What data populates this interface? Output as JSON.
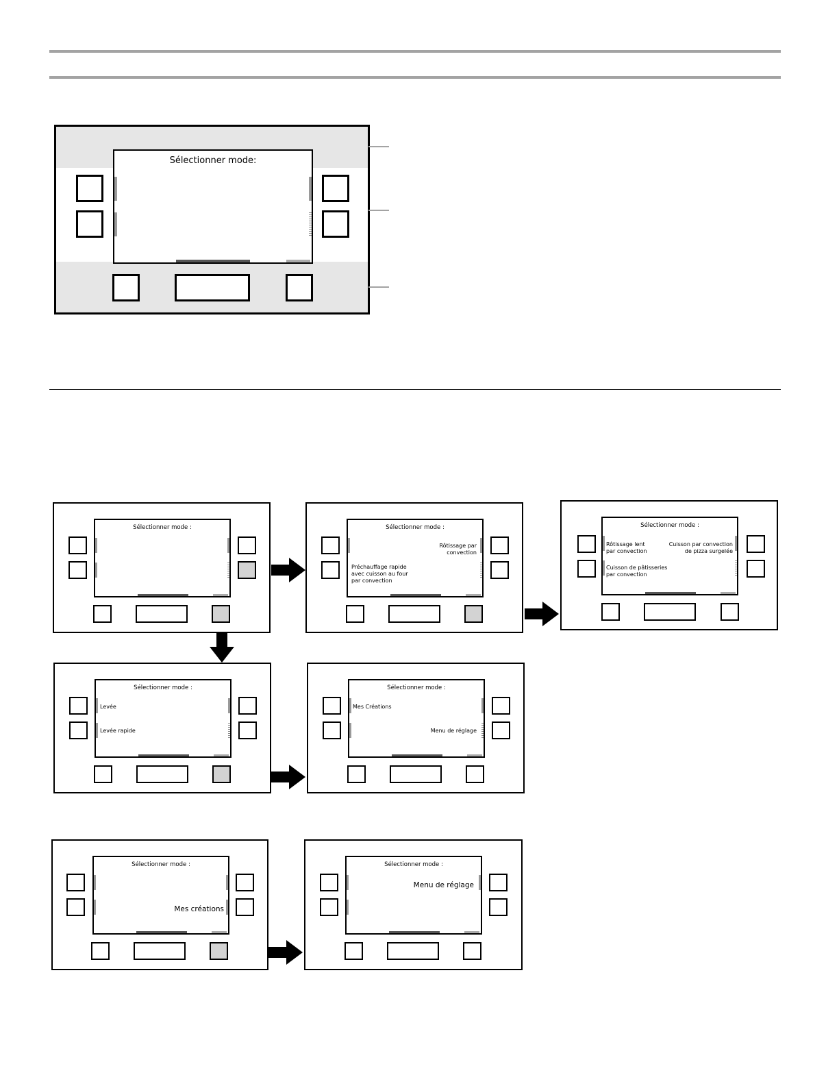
{
  "display": {
    "title": "Sélectionner mode:"
  },
  "screens": [
    {
      "title": "Sélectionner mode :",
      "options": []
    },
    {
      "title": "Sélectionner mode :",
      "options": [
        "Rôtissage par\nconvection",
        "Préchauffage rapide\navec cuisson au four\npar convection"
      ]
    },
    {
      "title": "Sélectionner mode :",
      "options": [
        "Rôtissage lent\npar convection",
        "Cuisson par convection\nde pizza surgelée",
        "Cuisson de pâtisseries\npar convection"
      ]
    },
    {
      "title": "Sélectionner mode :",
      "options": [
        "Levée",
        "Levée rapide"
      ]
    },
    {
      "title": "Sélectionner mode :",
      "options": [
        "Mes Créations",
        "Menu de réglage"
      ]
    },
    {
      "title": "Sélectionner mode :",
      "options": [
        "Mes créations"
      ]
    },
    {
      "title": "Sélectionner mode :",
      "options": [
        "Menu de réglage"
      ]
    }
  ],
  "colors": {
    "border": "#000000",
    "band": "#e6e6e6",
    "highlight": "#d3d3d3",
    "rule": "#a3a3a3"
  }
}
